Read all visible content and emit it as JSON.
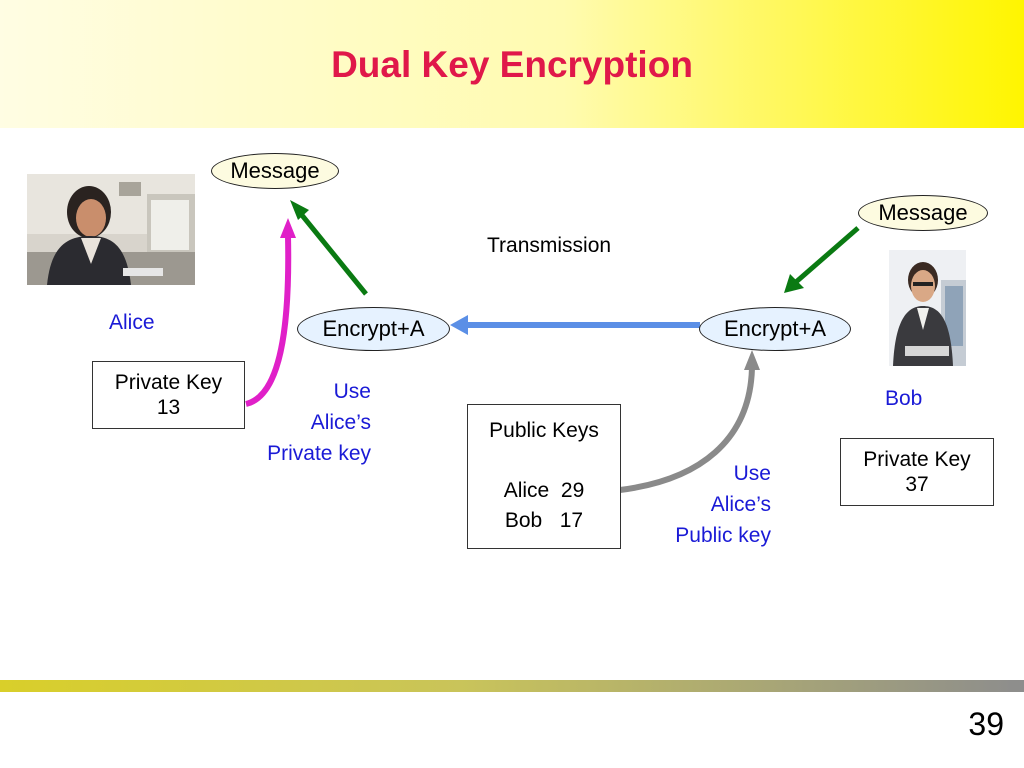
{
  "slide": {
    "title": "Dual Key Encryption",
    "page_number": "39"
  },
  "diagram": {
    "message_left": "Message",
    "message_right": "Message",
    "transmission": "Transmission",
    "encrypt_left": "Encrypt+A",
    "encrypt_right": "Encrypt+A",
    "alice_label": "Alice",
    "bob_label": "Bob",
    "alice_private_key": {
      "title": "Private Key",
      "value": "13"
    },
    "bob_private_key": {
      "title": "Private Key",
      "value": "37"
    },
    "public_keys": {
      "title": "Public Keys",
      "alice": "Alice  29",
      "bob": "Bob   17"
    },
    "note_private": [
      "Use",
      "Alice’s",
      "Private key"
    ],
    "note_public": [
      "Use",
      "Alice’s",
      "Public key"
    ]
  },
  "colors": {
    "title": "#e0184a",
    "label_blue": "#1a1ad6",
    "arrow_green": "#0a7a12",
    "arrow_magenta": "#e020c8",
    "arrow_gray": "#8a8a8a",
    "arrow_blue": "#5b8fe6"
  }
}
